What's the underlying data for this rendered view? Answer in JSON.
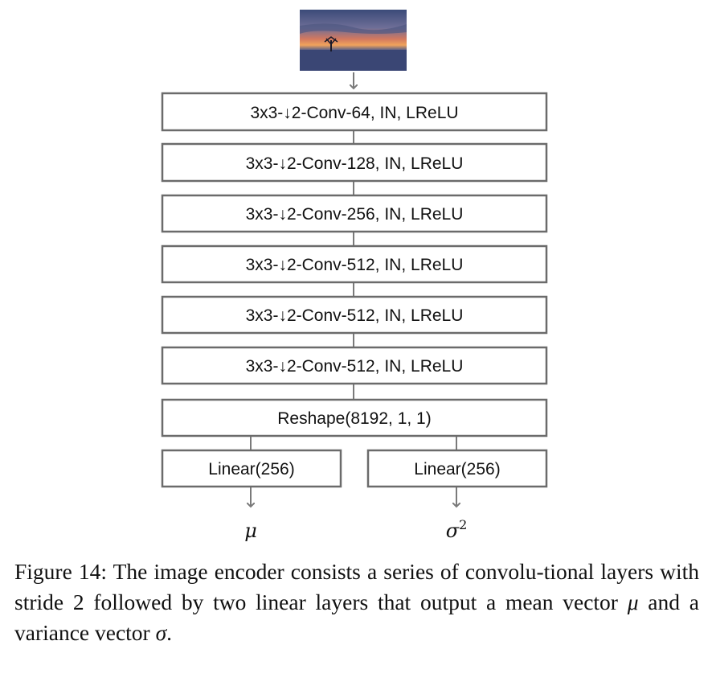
{
  "diagram": {
    "input": {
      "type": "image",
      "description": "input-photo"
    },
    "layers": [
      "3x3-↓2-Conv-64, IN, LReLU",
      "3x3-↓2-Conv-128, IN, LReLU",
      "3x3-↓2-Conv-256, IN, LReLU",
      "3x3-↓2-Conv-512, IN, LReLU",
      "3x3-↓2-Conv-512, IN, LReLU",
      "3x3-↓2-Conv-512, IN, LReLU"
    ],
    "reshape": "Reshape(8192, 1, 1)",
    "heads": [
      {
        "label": "Linear(256)",
        "output": "μ"
      },
      {
        "label": "Linear(256)",
        "output": "σ",
        "output_sup": "2"
      }
    ],
    "colors": {
      "box_stroke": "#6b6b6b",
      "arrow": "#7a7a7a",
      "text": "#111111"
    }
  },
  "caption": {
    "prefix": "Figure 14: The image encoder consists a series of convolu-tional layers with stride 2 followed by two linear layers that output a mean vector ",
    "mu": "μ",
    "middle": " and a variance vector ",
    "sigma": "σ",
    "suffix": "."
  }
}
